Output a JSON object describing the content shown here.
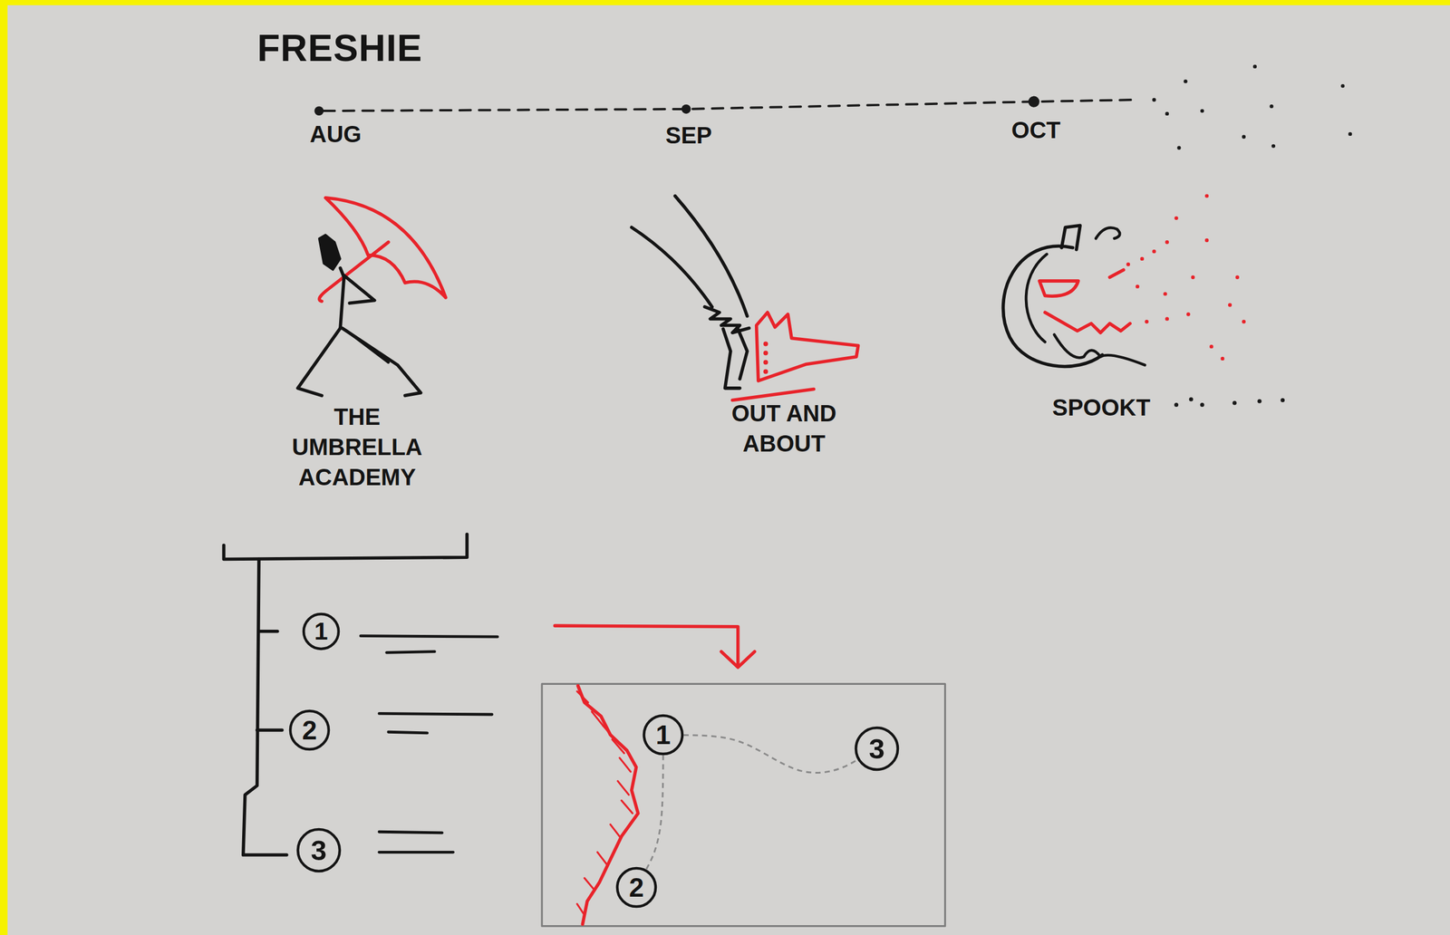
{
  "diagram": {
    "title": "FRESHIE",
    "nodes": [
      {
        "text": [
          "1"
        ]
      },
      {
        "text": [
          "2"
        ]
      },
      {
        "text": [
          "3"
        ]
      },
      {
        "text": [
          "1"
        ]
      },
      {
        "text": [
          "3"
        ]
      },
      {
        "text": [
          "2"
        ]
      }
    ],
    "edges": [
      {
        "from": 3,
        "to": 4,
        "arrow": "none"
      },
      {
        "from": 3,
        "to": 5,
        "arrow": "none"
      }
    ],
    "labels": [
      "AUG",
      "SEP",
      "OCT",
      "THE UMBRELLA ACADEMY",
      "OUT AND ABOUT",
      "SPOOKT"
    ]
  }
}
